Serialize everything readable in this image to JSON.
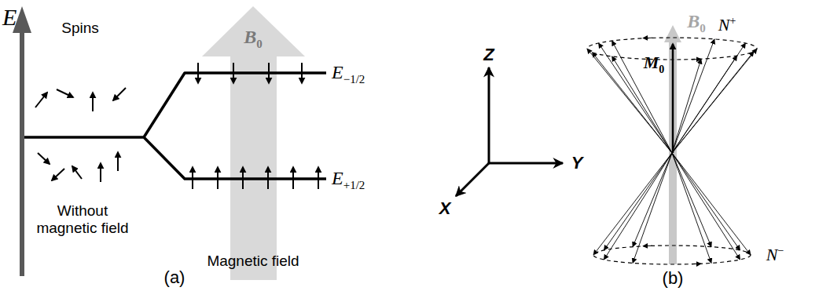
{
  "diagram": {
    "labels": [
      "E",
      "Spins",
      "Without magnetic field",
      "B0",
      "E−1/2",
      "E+1/2",
      "Magnetic field",
      "(a)",
      "Z",
      "Y",
      "X",
      "B0",
      "M0",
      "N+",
      "N−",
      "(b)"
    ]
  }
}
